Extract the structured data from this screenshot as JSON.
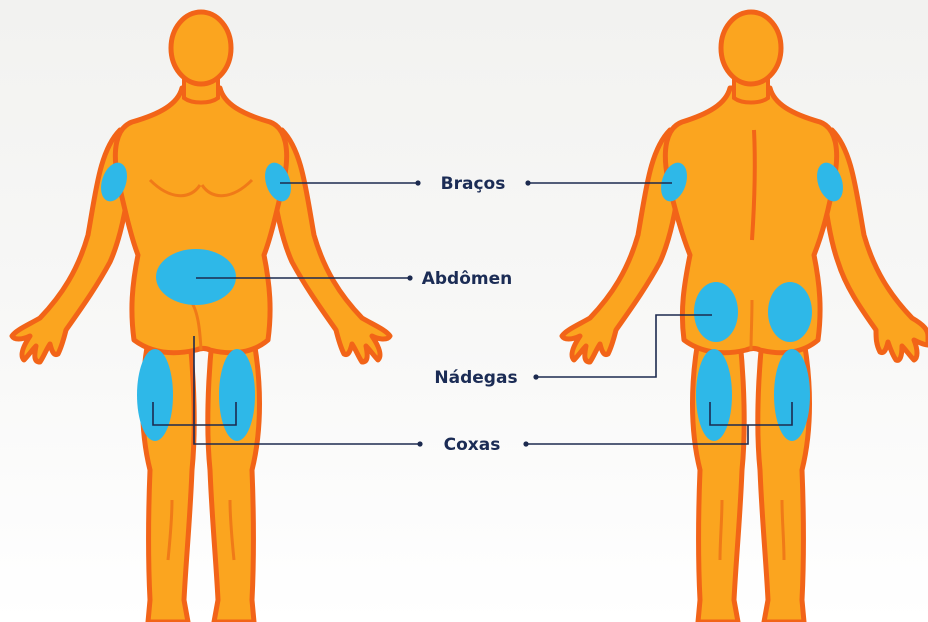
{
  "labels": {
    "arms": "Braços",
    "abdomen": "Abdômen",
    "buttocks": "Nádegas",
    "thighs": "Coxas"
  },
  "figures": {
    "front": "front-body-view",
    "back": "back-body-view"
  },
  "colors": {
    "background_top": "#f4f4f2",
    "background_bottom": "#ffffff",
    "skin": "#fba51f",
    "skin_outline": "#f26418",
    "skin_shadow": "#f07a18",
    "injection_site": "#2eb8e8",
    "leader_line": "#1c2a4f",
    "label_text": "#1b2c55"
  }
}
